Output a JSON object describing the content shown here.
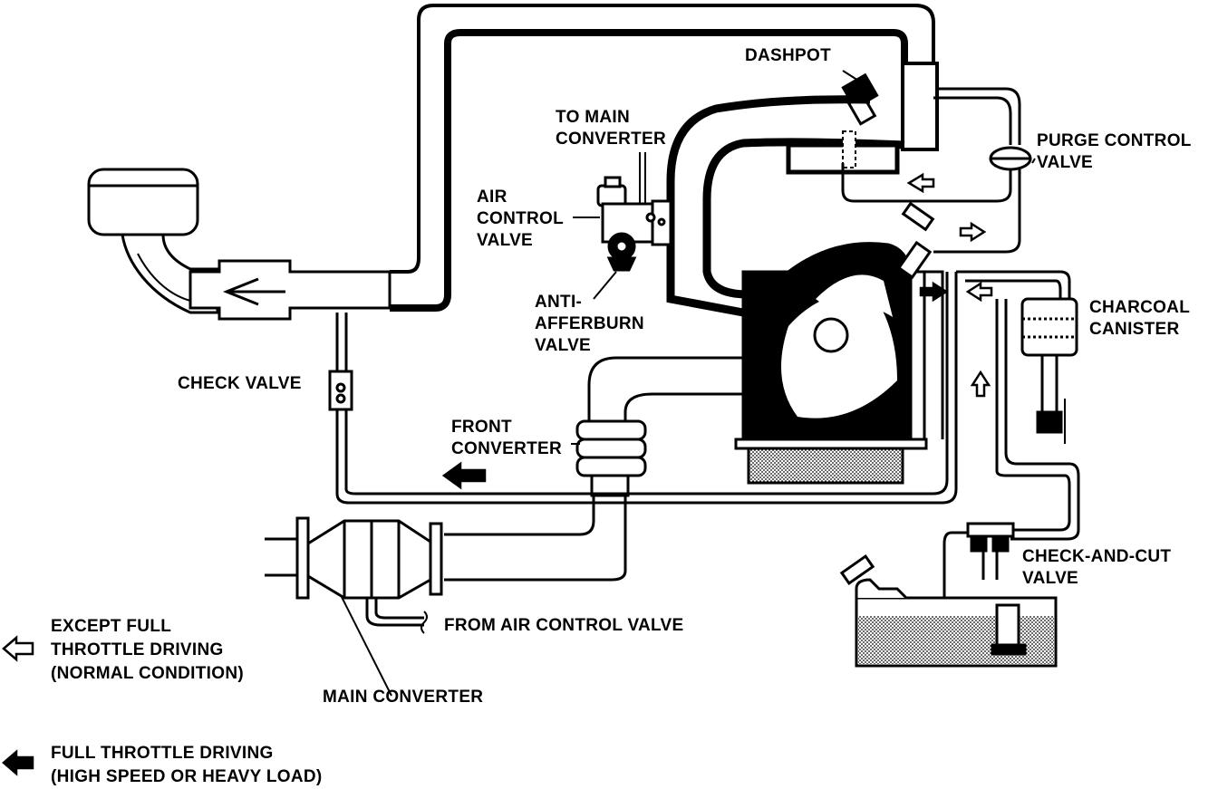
{
  "labels": {
    "dashpot": "DASHPOT",
    "to_main_converter": [
      "TO MAIN",
      "CONVERTER"
    ],
    "purge_control_valve": [
      "PURGE CONTROL",
      "VALVE"
    ],
    "air_control_valve": [
      "AIR",
      "CONTROL",
      "VALVE"
    ],
    "anti_afterburn_valve": [
      "ANTI-",
      "AFFERBURN",
      "VALVE"
    ],
    "charcoal_canister": [
      "CHARCOAL",
      "CANISTER"
    ],
    "check_valve": "CHECK VALVE",
    "front_converter": [
      "FRONT",
      "CONVERTER"
    ],
    "check_and_cut_valve": [
      "CHECK-AND-CUT",
      "VALVE"
    ],
    "from_air_control_valve": "FROM AIR CONTROL VALVE",
    "main_converter": "MAIN CONVERTER"
  },
  "legend": {
    "normal": [
      "EXCEPT FULL",
      "THROTTLE DRIVING",
      "(NORMAL CONDITION)"
    ],
    "full": [
      "FULL THROTTLE DRIVING",
      "(HIGH SPEED OR HEAVY LOAD)"
    ]
  },
  "colors": {
    "line": "#000000",
    "background": "#ffffff",
    "fill": "#000000"
  },
  "icons": {
    "open_arrow": "open-arrow-icon",
    "solid_arrow": "solid-arrow-icon"
  }
}
